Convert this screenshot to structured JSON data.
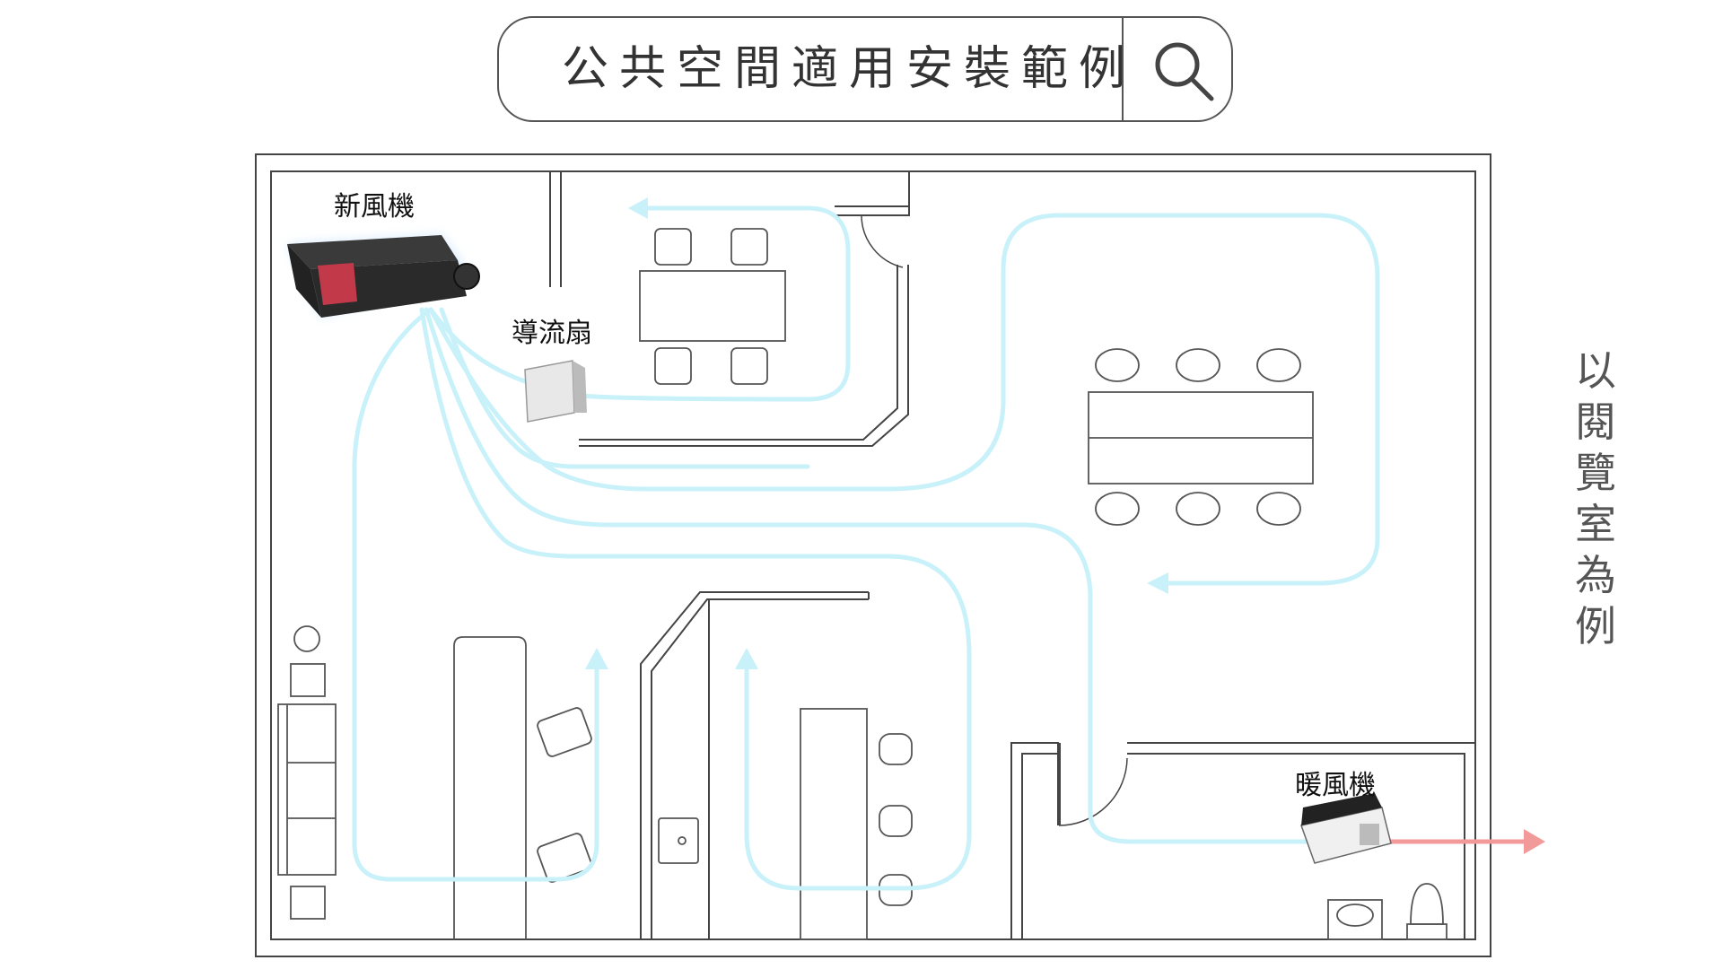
{
  "search": {
    "text": "公共空間適用安裝範例",
    "icon": "search-icon"
  },
  "side_caption": [
    "以",
    "閱",
    "覽",
    "室",
    "為",
    "例"
  ],
  "labels": {
    "ventilator": "新風機",
    "circulation_fan": "導流扇",
    "heater": "暖風機"
  },
  "colors": {
    "airflow": "#c8f1fa",
    "exhaust": "#f29a9a",
    "wall": "#444444",
    "ventilator_accent": "#c23a4a"
  },
  "icons": [
    "search-icon",
    "ventilator-unit-icon",
    "circulation-fan-icon",
    "bathroom-heater-icon",
    "airflow-arrow-icon",
    "exhaust-arrow-icon"
  ]
}
